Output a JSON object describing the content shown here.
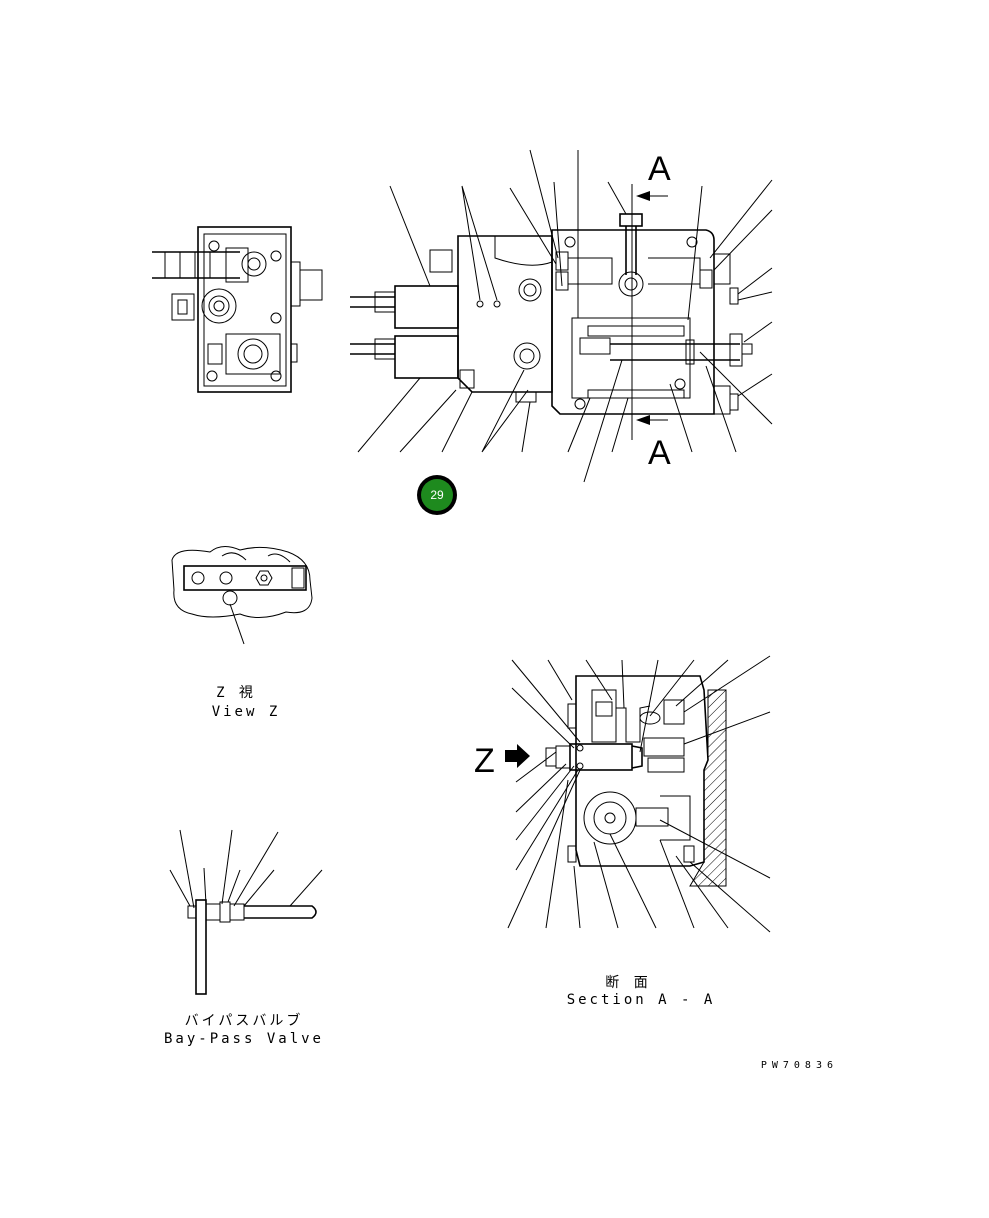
{
  "callout_badge": {
    "number": "29",
    "color": "#1e8a1e",
    "ring_color": "#000000"
  },
  "view_z": {
    "label_jp": "Z 視",
    "label_en": "View Z"
  },
  "bypass_valve": {
    "label_jp": "バイパスバルブ",
    "label_en": "Bay-Pass Valve"
  },
  "section_aa": {
    "label_jp": "断 面",
    "label_en": "Section A - A",
    "marker_z": "Z"
  },
  "section_markers": {
    "top": "A",
    "bottom": "A"
  },
  "drawing_number": "PW70836"
}
